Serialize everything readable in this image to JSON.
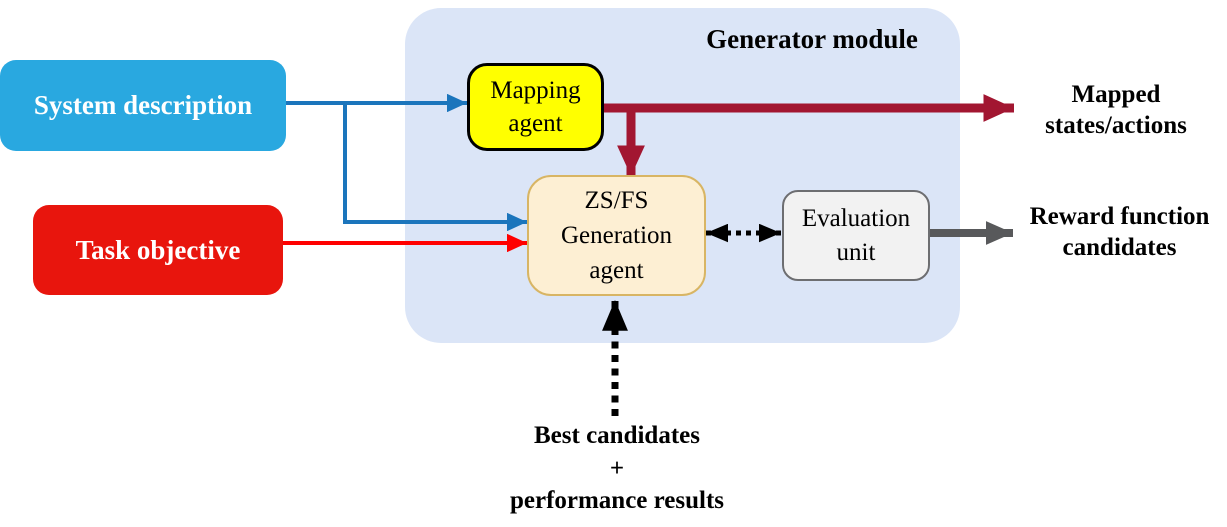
{
  "diagram": {
    "title": "Generator module",
    "nodes": {
      "system_description": "System description",
      "task_objective": "Task objective",
      "mapping_agent": "Mapping\nagent",
      "generation_agent": "ZS/FS\nGeneration\nagent",
      "evaluation_unit": "Evaluation\nunit"
    },
    "outputs": {
      "mapped_states_actions": "Mapped\nstates/actions",
      "reward_function_candidates": "Reward function\ncandidates"
    },
    "feedback_label": "Best candidates\n+\nperformance results",
    "colors": {
      "system_box": "#29A8E0",
      "task_box": "#E8150D",
      "mapping_box": "#FFFF00",
      "generation_box": "#FDEFD3",
      "generation_border": "#D8B564",
      "evaluation_box": "#F2F2F2",
      "evaluation_border": "#6D6E71",
      "module_bg": "#DBE5F7",
      "blue_arrow": "#1B75BC",
      "red_arrow": "#FF0000",
      "crimson_arrow": "#A21631",
      "gray_arrow": "#58595B",
      "black_arrow": "#000000"
    }
  }
}
